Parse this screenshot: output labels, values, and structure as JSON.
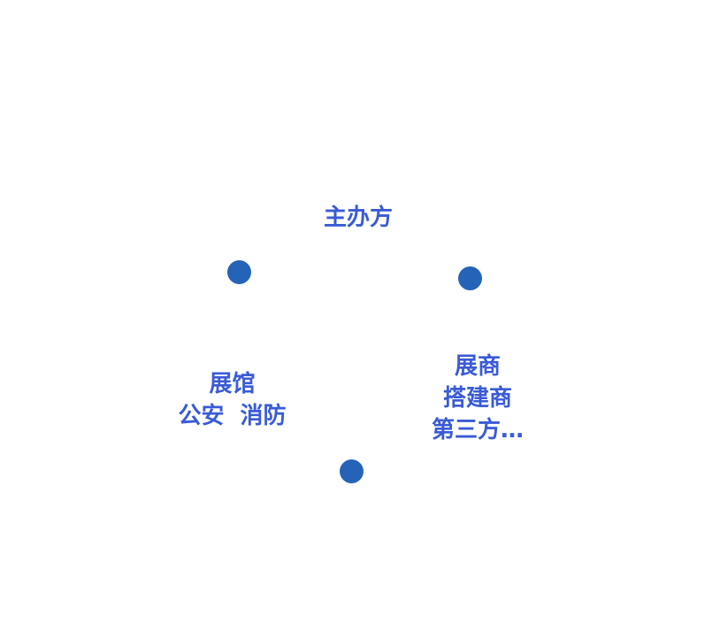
{
  "colors": {
    "label_text": "#3a5bd6",
    "node_dot": "#2563b8",
    "background": "#ffffff"
  },
  "nodes": {
    "organizer": {
      "lines": [
        "主办方"
      ]
    },
    "venue": {
      "lines": [
        "展馆",
        "公安  消防"
      ]
    },
    "exhibitors": {
      "lines": [
        "展商",
        "搭建商",
        "第三方…"
      ]
    }
  }
}
